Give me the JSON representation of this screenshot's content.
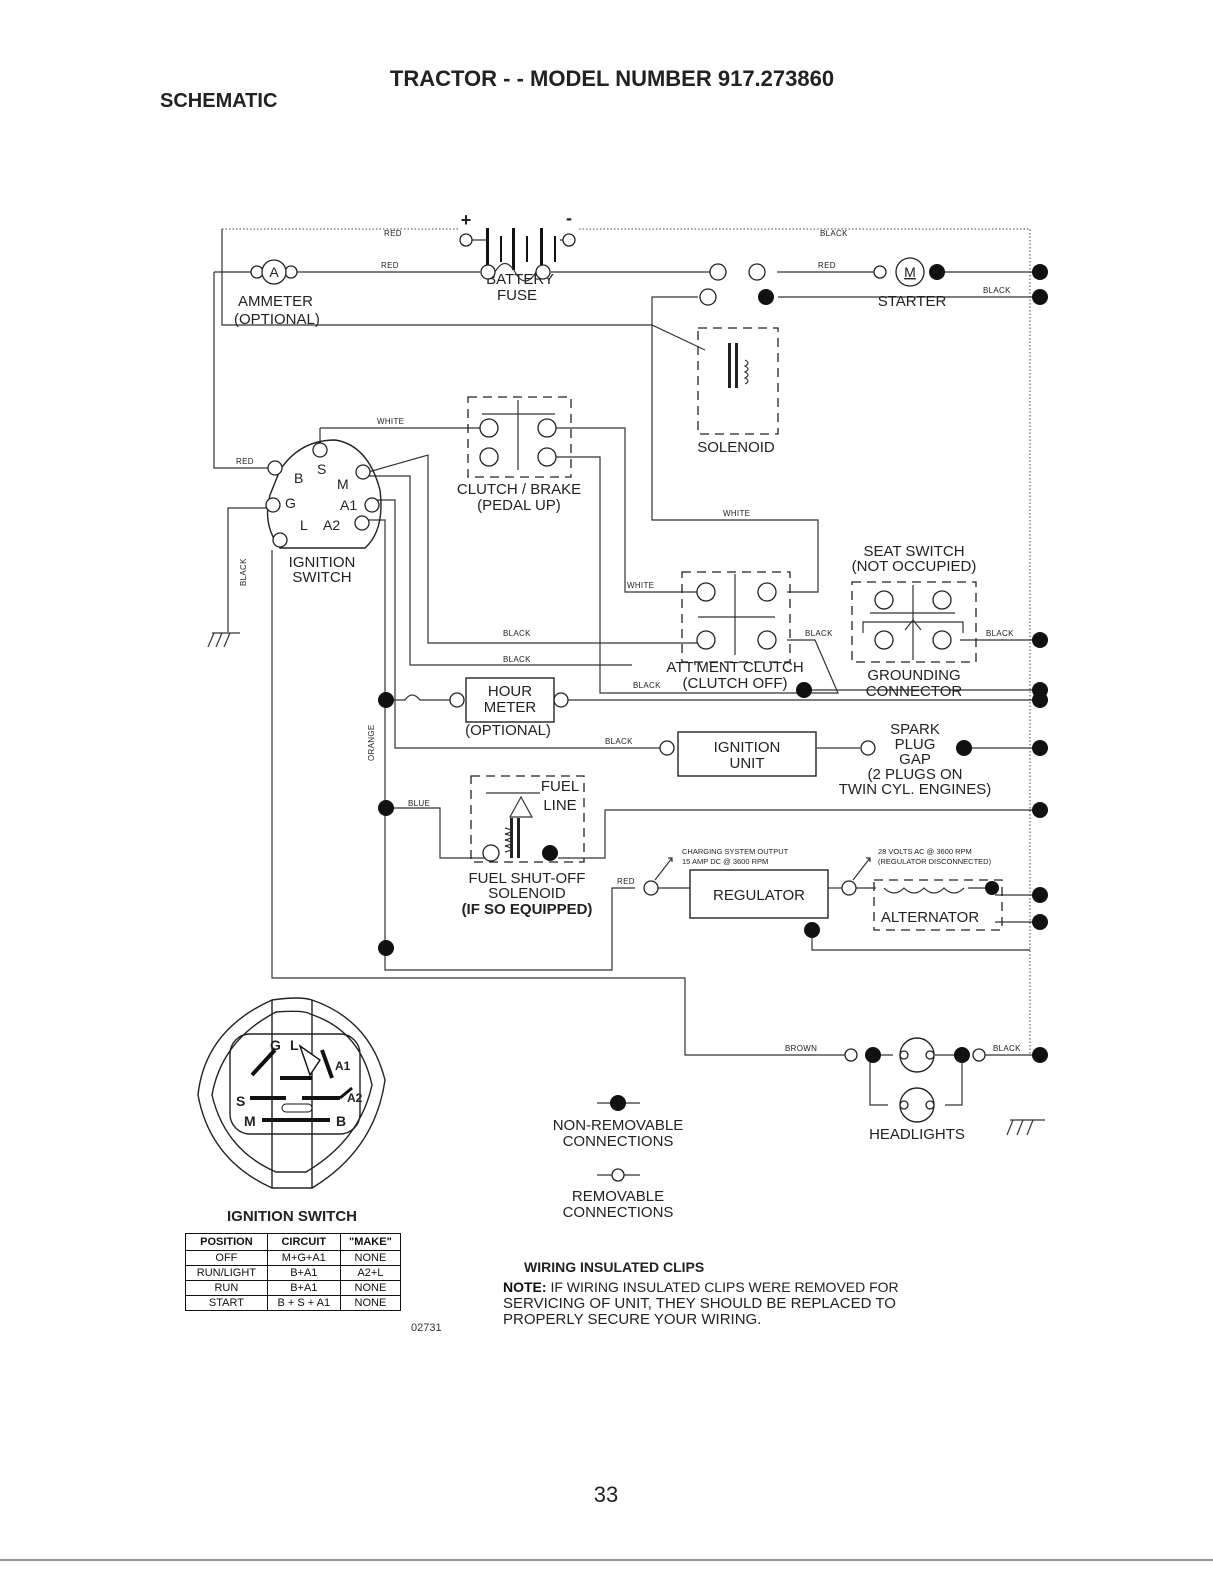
{
  "header": {
    "title": "TRACTOR - - MODEL NUMBER 917.273860",
    "section": "SCHEMATIC"
  },
  "components": {
    "battery": "BATTERY",
    "battery_plus": "+",
    "battery_minus": "-",
    "ammeter_symbol": "A",
    "ammeter_line1": "AMMETER",
    "ammeter_line2": "(OPTIONAL)",
    "fuse": "FUSE",
    "solenoid": "SOLENOID",
    "starter_symbol": "M",
    "starter": "STARTER",
    "clutch_brake_line1": "CLUTCH / BRAKE",
    "clutch_brake_line2": "(PEDAL UP)",
    "seat_switch_line1": "SEAT SWITCH",
    "seat_switch_line2": "(NOT OCCUPIED)",
    "ignition_switch_line1": "IGNITION",
    "ignition_switch_line2": "SWITCH",
    "term_b": "B",
    "term_s": "S",
    "term_m": "M",
    "term_g": "G",
    "term_a1": "A1",
    "term_l": "L",
    "term_a2": "A2",
    "attment_clutch_line1": "ATT'MENT CLUTCH",
    "attment_clutch_line2": "(CLUTCH OFF)",
    "grounding_line1": "GROUNDING",
    "grounding_line2": "CONNECTOR",
    "hour_meter_line1": "HOUR",
    "hour_meter_line2": "METER",
    "hour_meter_line3": "(OPTIONAL)",
    "ignition_unit_line1": "IGNITION",
    "ignition_unit_line2": "UNIT",
    "spark_line1": "SPARK",
    "spark_line2": "PLUG",
    "spark_line3": "GAP",
    "spark_line4": "(2 PLUGS ON",
    "spark_line5": "TWIN CYL. ENGINES)",
    "fuel_line1": "FUEL",
    "fuel_line2": "LINE",
    "fuel_solenoid_line1": "FUEL SHUT-OFF",
    "fuel_solenoid_line2": "SOLENOID",
    "fuel_solenoid_line3": "(IF SO EQUIPPED)",
    "charging_line1": "CHARGING SYSTEM OUTPUT",
    "charging_line2": "15 AMP DC @ 3600 RPM",
    "ac_line1": "28 VOLTS AC @ 3600 RPM",
    "ac_line2": "(REGULATOR DISCONNECTED)",
    "regulator": "REGULATOR",
    "alternator": "ALTERNATOR",
    "headlights": "HEADLIGHTS"
  },
  "wires": {
    "red": "RED",
    "black": "BLACK",
    "white": "WHITE",
    "orange": "ORANGE",
    "blue": "BLUE",
    "brown": "BROWN"
  },
  "legend": {
    "non_removable_line1": "NON-REMOVABLE",
    "non_removable_line2": "CONNECTIONS",
    "removable_line1": "REMOVABLE",
    "removable_line2": "CONNECTIONS"
  },
  "ignition_switch_detail": {
    "title": "IGNITION SWITCH",
    "labels": {
      "g": "G",
      "l": "L",
      "a1": "A1",
      "s": "S",
      "a2": "A2",
      "m": "M",
      "b": "B"
    },
    "columns": [
      "POSITION",
      "CIRCUIT",
      "\"MAKE\""
    ],
    "rows": [
      [
        "OFF",
        "M+G+A1",
        "NONE"
      ],
      [
        "RUN/LIGHT",
        "B+A1",
        "A2+L"
      ],
      [
        "RUN",
        "B+A1",
        "NONE"
      ],
      [
        "START",
        "B + S + A1",
        "NONE"
      ]
    ],
    "part_code": "02731"
  },
  "note": {
    "heading": "WIRING INSULATED CLIPS",
    "label": "NOTE:",
    "line1": " IF WIRING INSULATED CLIPS WERE REMOVED FOR",
    "line2": "SERVICING OF UNIT, THEY SHOULD BE REPLACED TO",
    "line3": "PROPERLY SECURE YOUR WIRING."
  },
  "footer": {
    "page_number": "33"
  }
}
